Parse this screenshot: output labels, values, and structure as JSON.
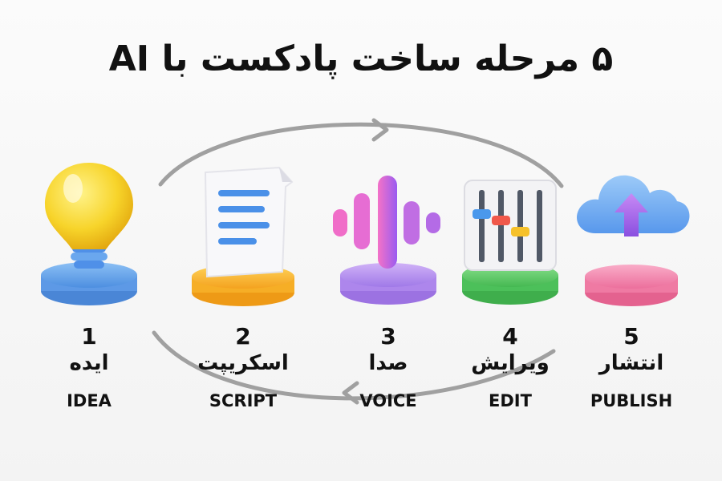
{
  "title": "۵ مرحله ساخت پادکست با AI",
  "steps": [
    {
      "number": "1",
      "label_fa": "ایده",
      "label_en": "IDEA",
      "icon": "lightbulb-icon",
      "base_color": "#6aa7ee"
    },
    {
      "number": "2",
      "label_fa": "اسکریپت",
      "label_en": "SCRIPT",
      "icon": "document-icon",
      "base_color": "#f7b733"
    },
    {
      "number": "3",
      "label_fa": "صدا",
      "label_en": "VOICE",
      "icon": "audio-wave-icon",
      "base_color": "#b38bef"
    },
    {
      "number": "4",
      "label_fa": "ویرایش",
      "label_en": "EDIT",
      "icon": "equalizer-sliders-icon",
      "base_color": "#5bc86a"
    },
    {
      "number": "5",
      "label_fa": "انتشار",
      "label_en": "PUBLISH",
      "icon": "cloud-upload-icon",
      "base_color": "#f186ae"
    }
  ],
  "colors": {
    "arrow": "#9a9a9a",
    "text": "#111111"
  }
}
